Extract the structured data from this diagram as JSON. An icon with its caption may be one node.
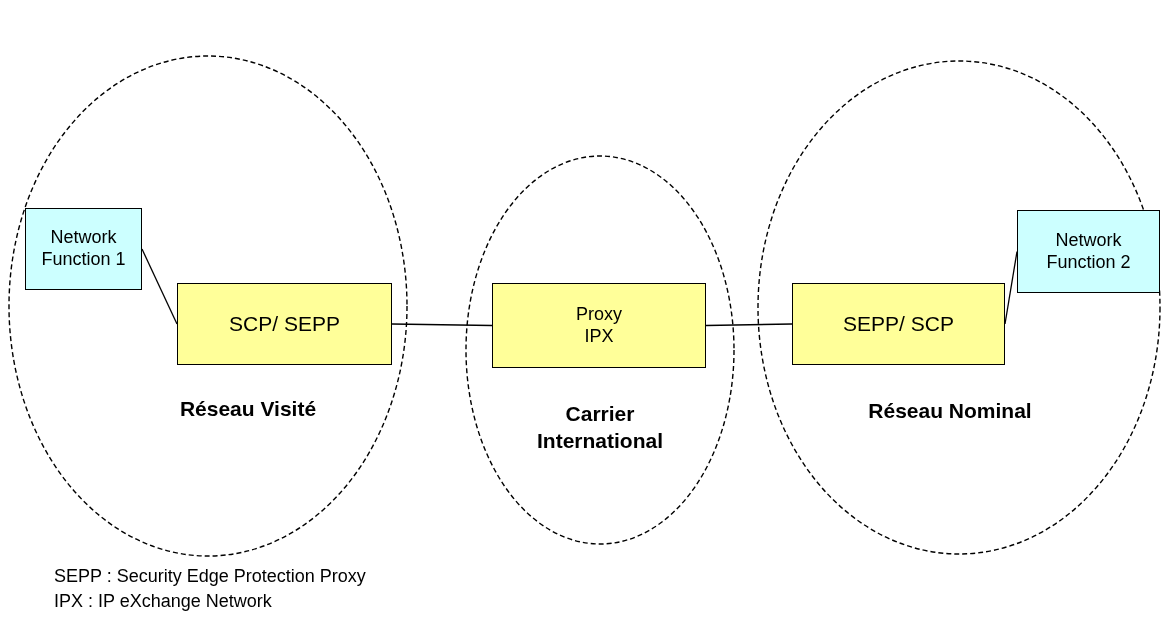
{
  "diagram": {
    "nodes": [
      {
        "text": [
          "Réseau Visité"
        ]
      },
      {
        "text": [
          "Network Function 1"
        ],
        "in": 0
      },
      {
        "text": [
          "SCP/ SEPP"
        ],
        "in": 0
      },
      {
        "text": [
          "Carrier International"
        ]
      },
      {
        "text": [
          "Proxy IPX"
        ],
        "in": 3
      },
      {
        "text": [
          "Réseau Nominal"
        ]
      },
      {
        "text": [
          "SEPP/ SCP"
        ],
        "in": 5
      },
      {
        "text": [
          "Network Function 2"
        ],
        "in": 5
      }
    ],
    "edges": [
      {
        "from": 1,
        "to": 2,
        "arrow": "none"
      },
      {
        "from": 2,
        "to": 4,
        "arrow": "none"
      },
      {
        "from": 4,
        "to": 6,
        "arrow": "none"
      },
      {
        "from": 6,
        "to": 7,
        "arrow": "none"
      }
    ],
    "labels": [
      "SEPP : Security Edge Protection Proxy",
      "IPX : IP eXchange Network"
    ]
  }
}
